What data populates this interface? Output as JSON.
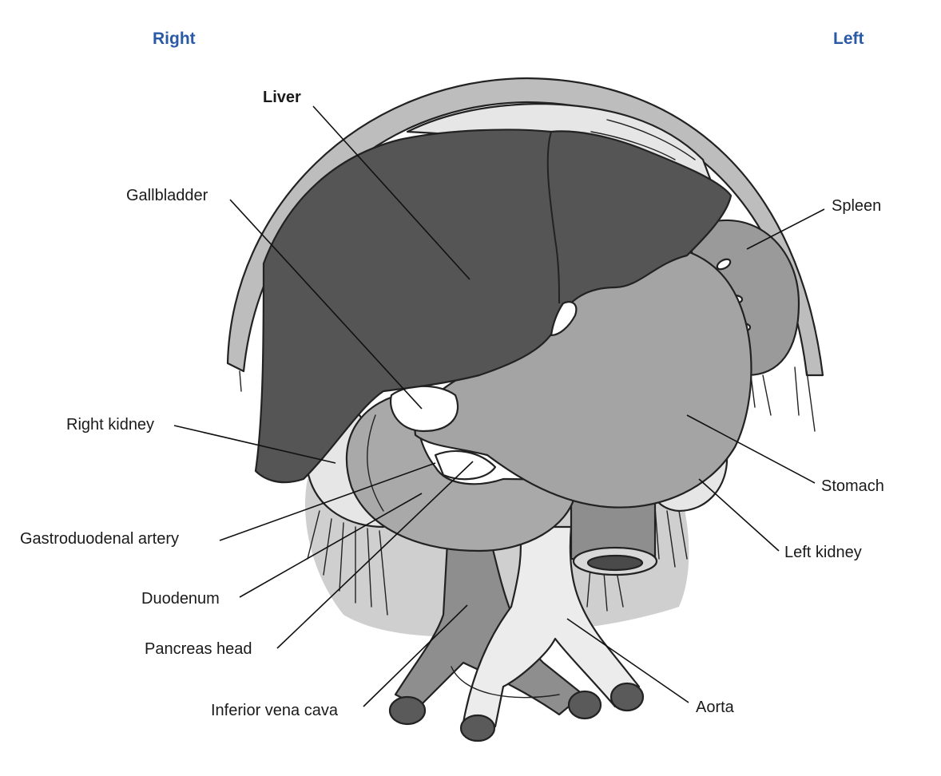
{
  "orientation": {
    "right": "Right",
    "left": "Left"
  },
  "labels": {
    "liver": "Liver",
    "gallbladder": "Gallbladder",
    "spleen": "Spleen",
    "right_kidney": "Right kidney",
    "stomach": "Stomach",
    "gastroduodenal_artery": "Gastroduodenal artery",
    "left_kidney": "Left kidney",
    "duodenum": "Duodenum",
    "pancreas_head": "Pancreas head",
    "inferior_vena_cava": "Inferior vena cava",
    "aorta": "Aorta"
  },
  "colors": {
    "liver": "#555555",
    "stomach": "#a4a4a4",
    "duodenum": "#a9a9a9",
    "spleen": "#9a9a9a",
    "kidney": "#e6e6e6",
    "aorta": "#ececec",
    "ivc": "#8e8e8e",
    "shadow": "#cfcfcf",
    "ribs": "#bdbdbd",
    "orientation_text": "#2a5aa6"
  }
}
